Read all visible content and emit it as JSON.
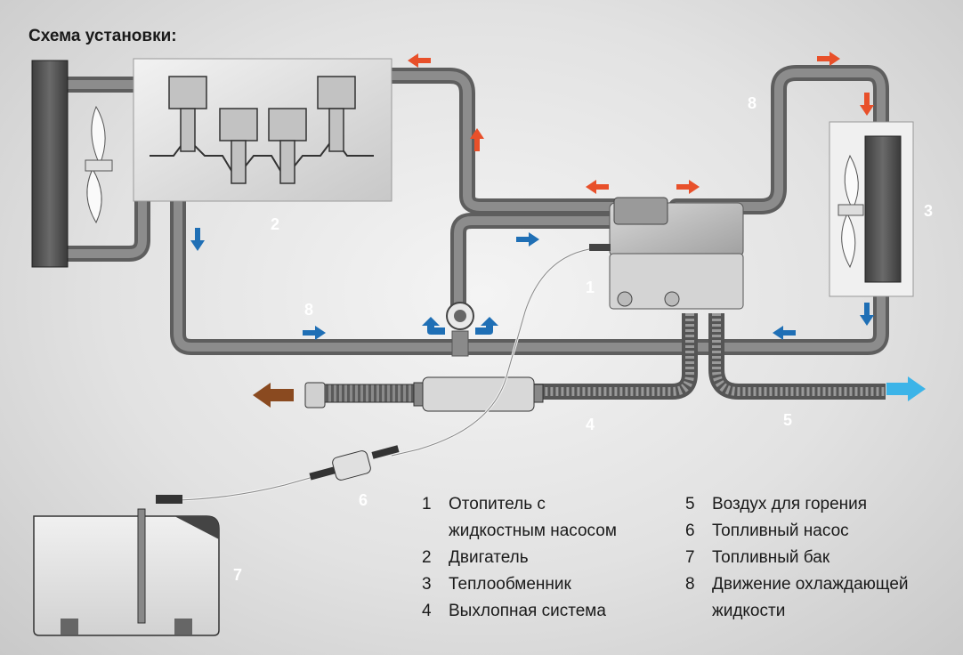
{
  "title": "Схема установки:",
  "diagram_numbers": {
    "n1": "1",
    "n2": "2",
    "n3": "3",
    "n4": "4",
    "n5": "5",
    "n6": "6",
    "n7": "7",
    "n8a": "8",
    "n8b": "8"
  },
  "legend_left": [
    {
      "num": "1",
      "text": "Отопитель с\nжидкостным насосом"
    },
    {
      "num": "2",
      "text": "Двигатель"
    },
    {
      "num": "3",
      "text": "Теплообменник"
    },
    {
      "num": "4",
      "text": "Выхлопная система"
    }
  ],
  "legend_right": [
    {
      "num": "5",
      "text": "Воздух для горения"
    },
    {
      "num": "6",
      "text": "Топливный насос"
    },
    {
      "num": "7",
      "text": "Топливный бак"
    },
    {
      "num": "8",
      "text": "Движение охлаждающей\nжидкости"
    }
  ],
  "colors": {
    "hot_arrow": "#e8502a",
    "cold_arrow": "#1f6fb5",
    "air_arrow": "#3cb4e8",
    "exhaust_arrow": "#8a4a20",
    "pipe": "#7a7a7a"
  }
}
